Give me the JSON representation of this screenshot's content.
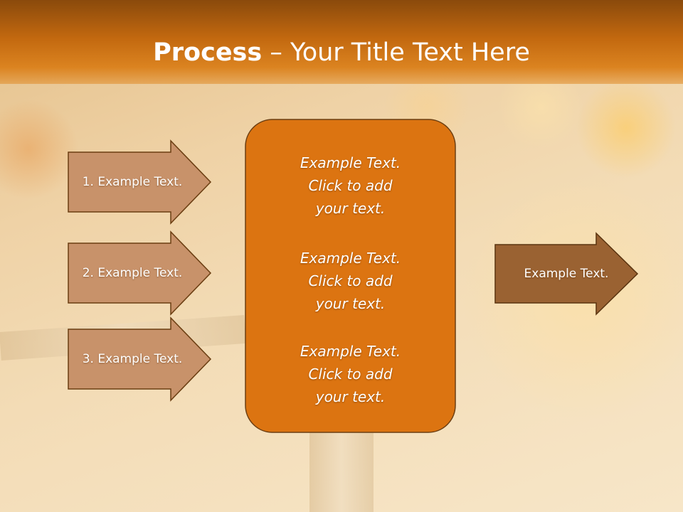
{
  "title": {
    "bold": "Process",
    "rest": " – Your Title Text Here"
  },
  "left_arrows": [
    {
      "label": "1. Example Text."
    },
    {
      "label": "2. Example Text."
    },
    {
      "label": "3. Example Text."
    }
  ],
  "center_box": {
    "paragraphs": [
      {
        "line1": "Example Text.",
        "line2": "Click  to add",
        "line3": "your text."
      },
      {
        "line1": "Example Text.",
        "line2": "Click  to add",
        "line3": "your text."
      },
      {
        "line1": "Example Text.",
        "line2": "Click  to add",
        "line3": "your text."
      }
    ]
  },
  "right_arrow": {
    "label": "Example Text."
  },
  "colors": {
    "header": "#c2680f",
    "left_arrow_fill": "#c8926a",
    "center_box_fill": "#dc7411",
    "right_arrow_fill": "#9a6232",
    "outline": "#6b3e12"
  }
}
